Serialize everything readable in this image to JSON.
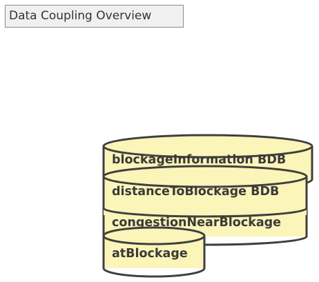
{
  "header": {
    "title": "Data Coupling Overview"
  },
  "diagram": {
    "nodes": [
      {
        "id": "blockage-information",
        "label": "blockageInformation BDB"
      },
      {
        "id": "distance-to-blockage",
        "label": "distanceToBlockage BDB"
      },
      {
        "id": "congestion-near-blockage",
        "label": "congestionNearBlockage"
      },
      {
        "id": "at-blockage",
        "label": "atBlockage"
      }
    ]
  },
  "colors": {
    "cylinder_fill": "#fbf5b9",
    "cylinder_stroke": "#3f3f3f",
    "label_text": "#3a3a3a",
    "title_bg": "#f0f0f0",
    "title_border": "#8a8a8a"
  }
}
